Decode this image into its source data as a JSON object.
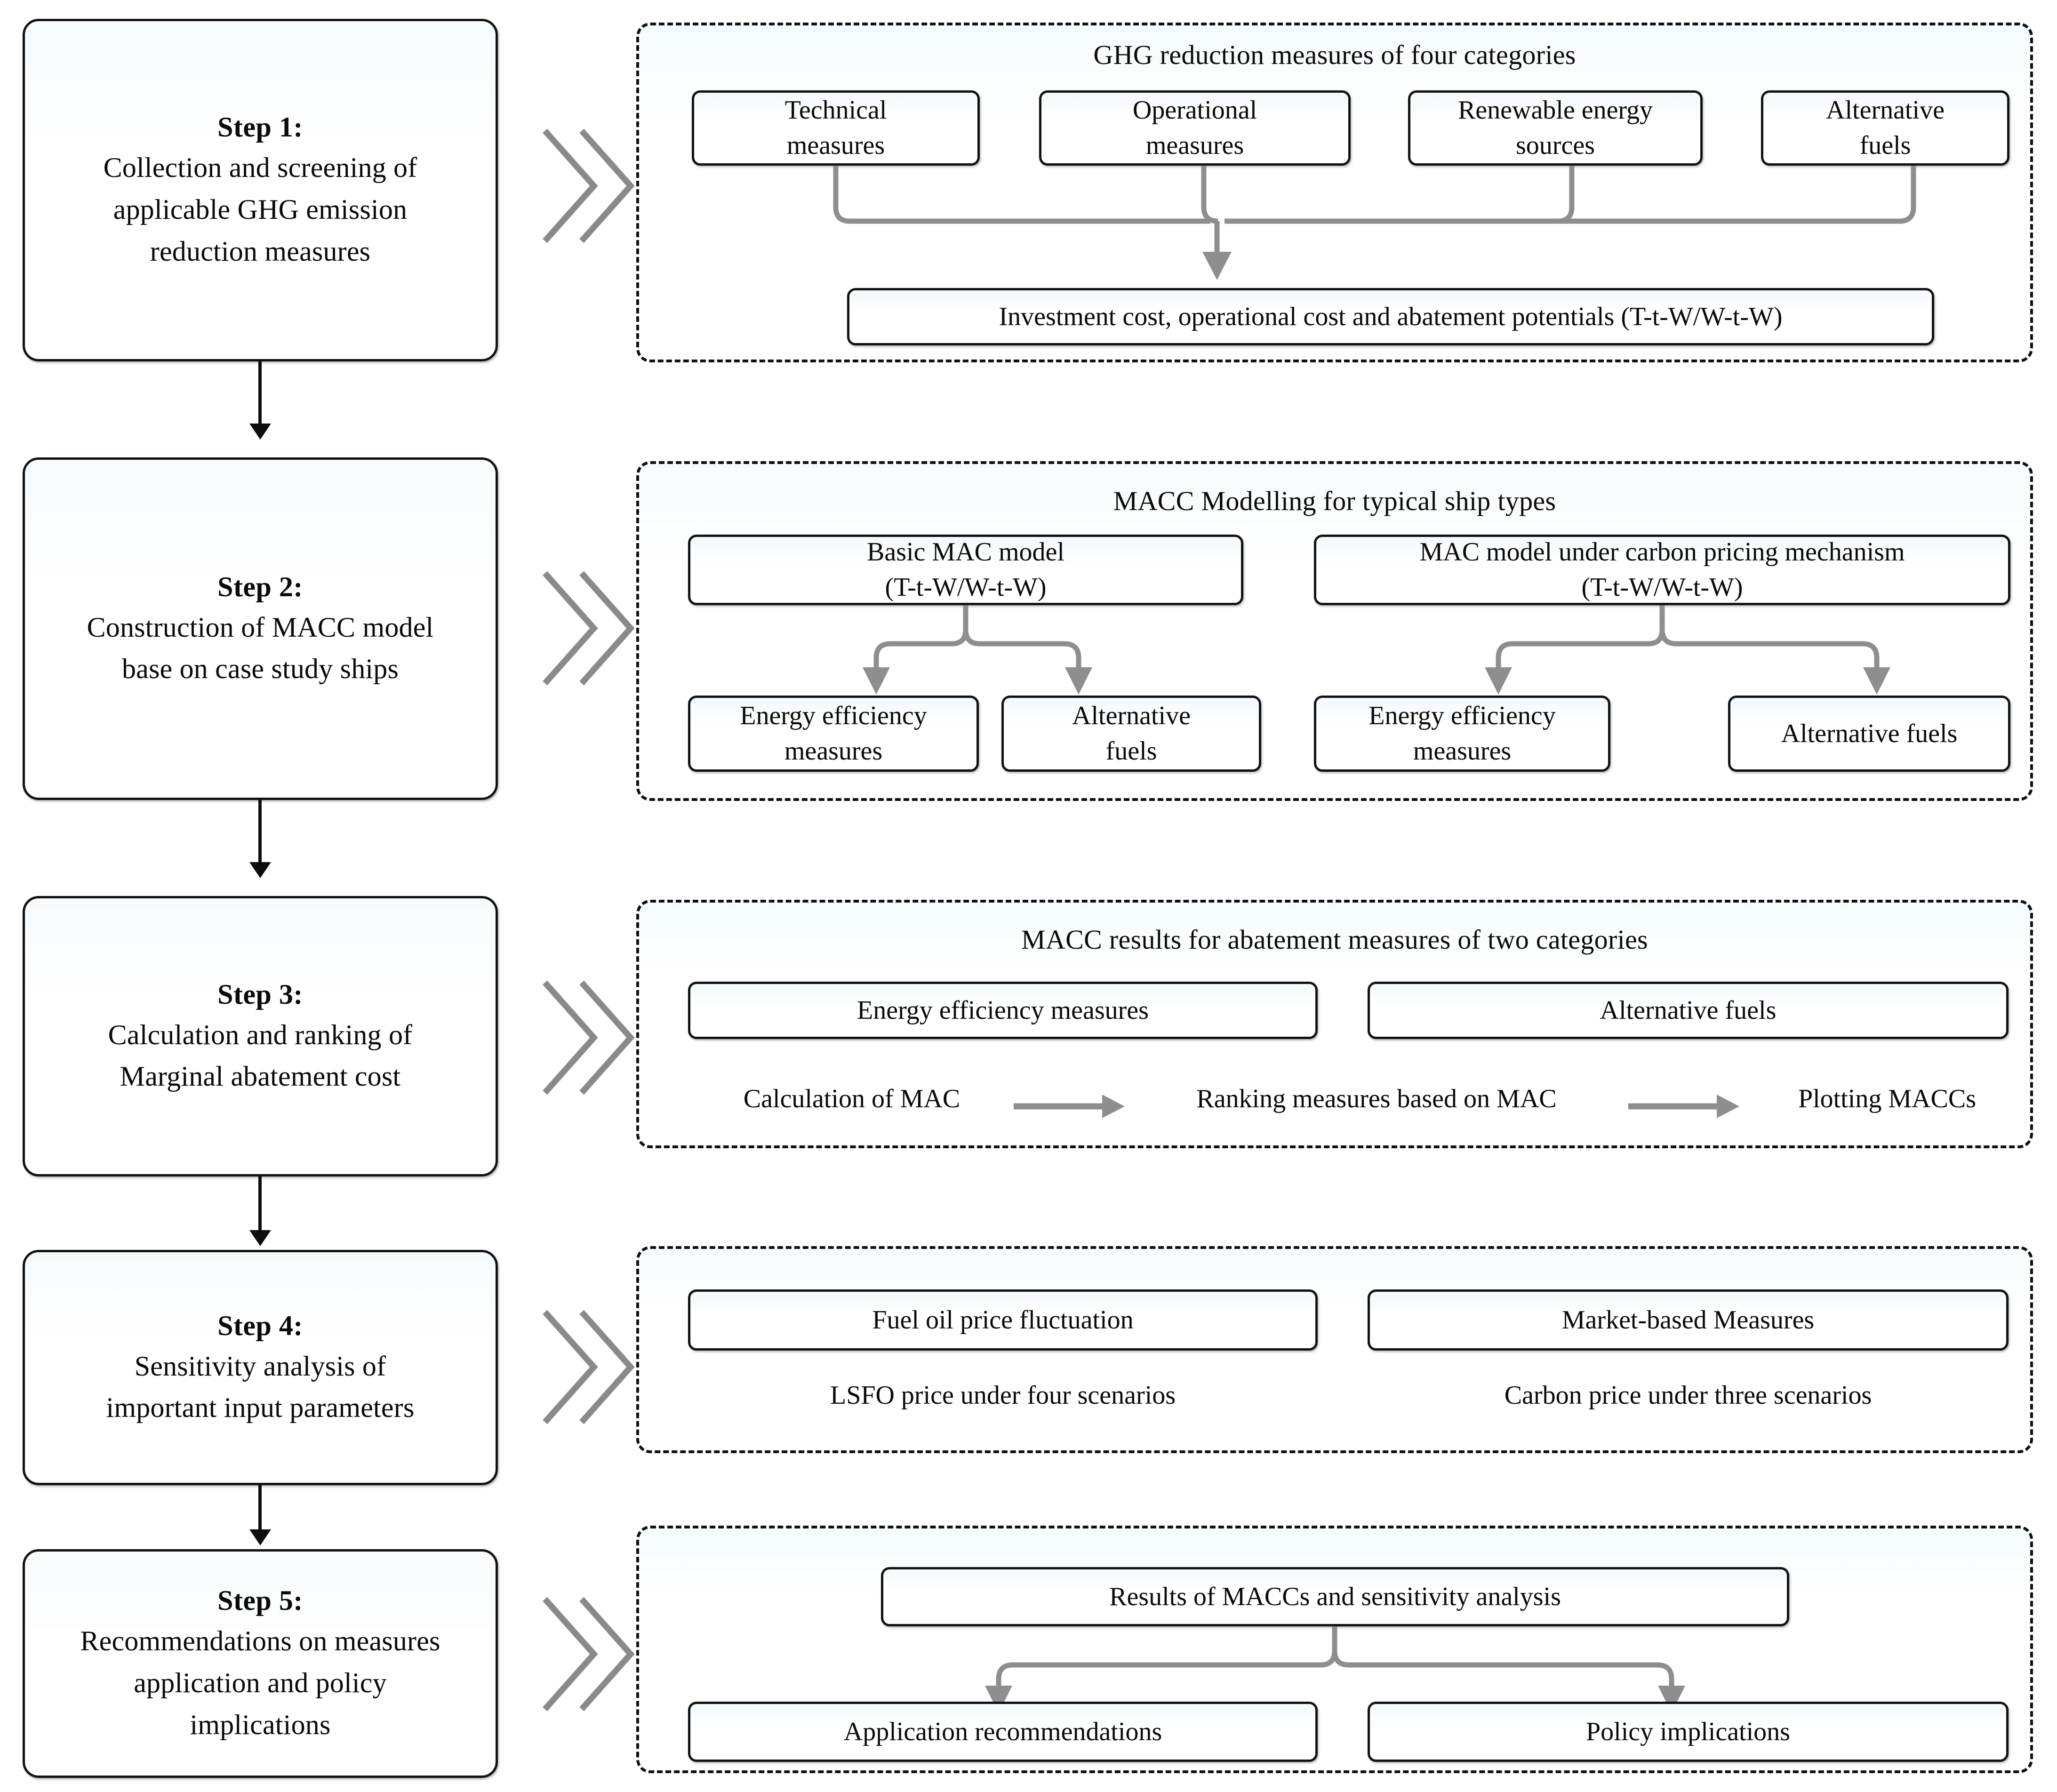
{
  "figure": {
    "type": "flowchart",
    "orientation": "vertical-5-step-with-detail-panels"
  },
  "steps": [
    {
      "title": "Step 1:",
      "desc_lines": [
        "Collection and screening of",
        "applicable GHG emission",
        "reduction measures"
      ]
    },
    {
      "title": "Step 2:",
      "desc_lines": [
        "Construction of MACC model",
        "base on case study ships"
      ]
    },
    {
      "title": "Step 3:",
      "desc_lines": [
        "Calculation and ranking of",
        "Marginal abatement cost"
      ]
    },
    {
      "title": "Step 4:",
      "desc_lines": [
        "Sensitivity analysis of",
        "important input parameters"
      ]
    },
    {
      "title": "Step 5:",
      "desc_lines": [
        "Recommendations on  measures",
        "application and policy",
        "implications"
      ]
    }
  ],
  "panels": [
    {
      "id": "panel-1",
      "title": "GHG reduction measures of four categories",
      "category_nodes": [
        {
          "lines": [
            "Technical",
            "measures"
          ]
        },
        {
          "lines": [
            "Operational",
            "measures"
          ]
        },
        {
          "lines": [
            "Renewable energy",
            "sources"
          ]
        },
        {
          "lines": [
            "Alternative",
            "fuels"
          ]
        }
      ],
      "result_node": "Investment cost, operational cost and abatement potentials (T-t-W/W-t-W)"
    },
    {
      "id": "panel-2",
      "title": "MACC Modelling for typical  ship types",
      "model_nodes": [
        {
          "lines": [
            "Basic MAC model",
            "(T-t-W/W-t-W)"
          ]
        },
        {
          "lines": [
            "MAC model under carbon pricing mechanism",
            "(T-t-W/W-t-W)"
          ]
        }
      ],
      "leaf_nodes": [
        {
          "lines": [
            "Energy efficiency",
            "measures"
          ]
        },
        {
          "lines": [
            "Alternative",
            "fuels"
          ]
        },
        {
          "lines": [
            "Energy efficiency",
            "measures"
          ]
        },
        {
          "lines": [
            "Alternative fuels"
          ]
        }
      ]
    },
    {
      "id": "panel-3",
      "title": "MACC results for abatement measures of two categories",
      "category_nodes": [
        {
          "lines": [
            "Energy efficiency measures"
          ]
        },
        {
          "lines": [
            "Alternative fuels"
          ]
        }
      ],
      "process_flow": [
        "Calculation of MAC",
        "Ranking measures based on MAC",
        "Plotting MACCs"
      ]
    },
    {
      "id": "panel-4",
      "title": "",
      "category_nodes": [
        {
          "lines": [
            "Fuel oil price fluctuation"
          ]
        },
        {
          "lines": [
            "Market-based Measures"
          ]
        }
      ],
      "captions": [
        "LSFO price under four scenarios",
        "Carbon price under three scenarios"
      ]
    },
    {
      "id": "panel-5",
      "title": "",
      "top_node": "Results of MACCs and sensitivity analysis",
      "leaf_nodes": [
        {
          "lines": [
            "Application  recommendations"
          ]
        },
        {
          "lines": [
            "Policy implications"
          ]
        }
      ]
    }
  ],
  "colors": {
    "box_border": "#111111",
    "panel_border": "#101010",
    "connector_gray": "#8e8e8e",
    "connector_black": "#0d0d0d",
    "chevron_gray": "#8a8a8a",
    "background": "#ffffff"
  },
  "icons": {
    "chevron": "double-chevron-right-icon",
    "down_arrow": "arrow-down-icon",
    "right_arrow": "arrow-right-icon"
  }
}
